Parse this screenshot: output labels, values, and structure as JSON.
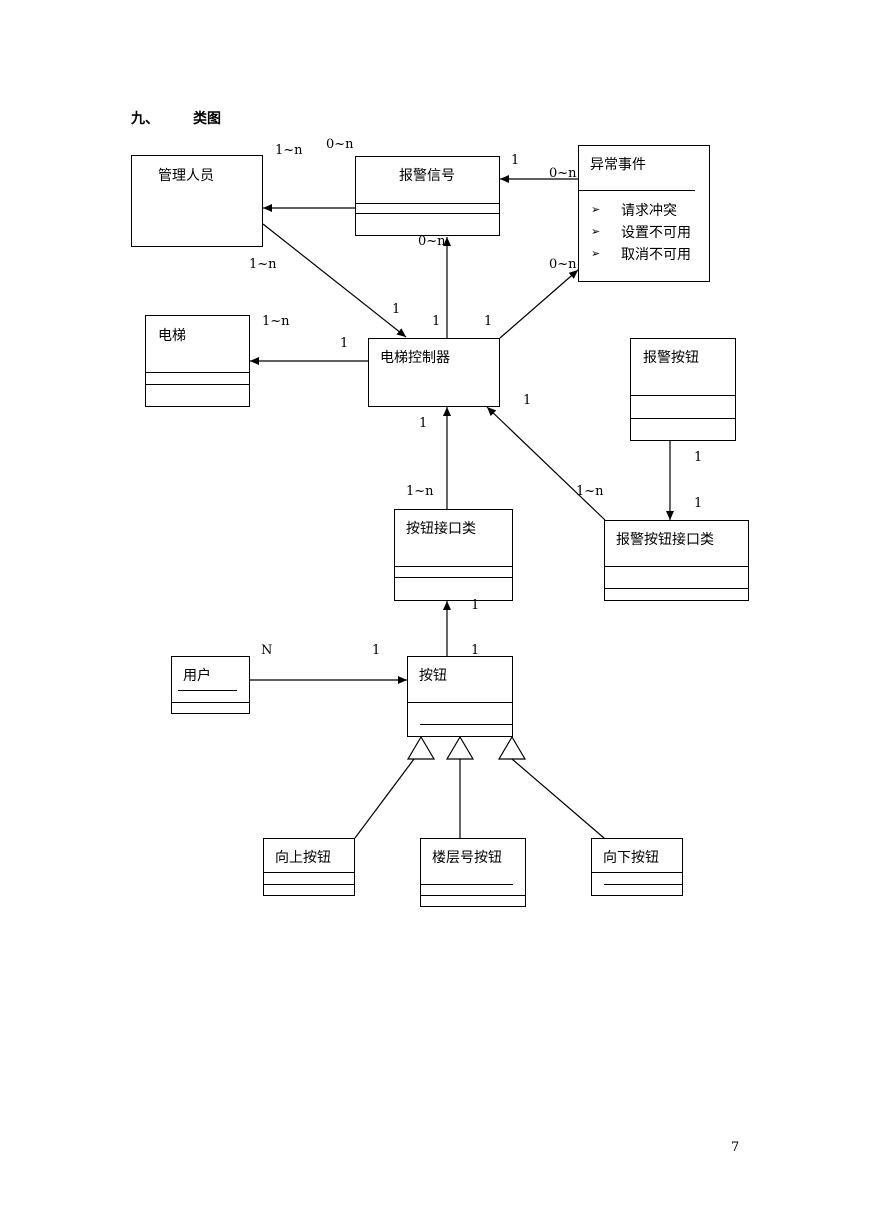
{
  "heading": {
    "number": "九、",
    "title": "类图"
  },
  "classes": {
    "admin": "管理人员",
    "alarm_signal": "报警信号",
    "exception_event": "异常事件",
    "elevator": "电梯",
    "controller": "电梯控制器",
    "alarm_button": "报警按钮",
    "button_interface": "按钮接口类",
    "alarm_button_interface": "报警按钮接口类",
    "user": "用户",
    "button": "按钮",
    "up_button": "向上按钮",
    "floor_button": "楼层号按钮",
    "down_button": "向下按钮"
  },
  "exception_items": [
    "请求冲突",
    "设置不可用",
    "取消不可用"
  ],
  "bullet_icon": "➢",
  "multiplicities": {
    "admin_alarm_top": "1~n",
    "alarm_top": "0~n",
    "alarm_event_1": "1",
    "alarm_event_0n": "0~n",
    "alarm_bottom": "0~n",
    "event_bottom": "0~n",
    "admin_bottom": "1~n",
    "ctrl_left_1": "1",
    "elevator_right": "1~n",
    "ctrl_elev_1": "1",
    "ctrl_top_1a": "1",
    "ctrl_top_1b": "1",
    "ctrl_right_1": "1",
    "ctrl_bottom_1": "1",
    "alarm_btn_1": "1",
    "alarm_btn_if_1": "1",
    "btn_if_1n": "1~n",
    "alarm_if_1n": "1~n",
    "btn_if_bottom_1": "1",
    "user_n": "N",
    "btn_left_1": "1",
    "btn_top_1": "1"
  },
  "page_number": "7"
}
